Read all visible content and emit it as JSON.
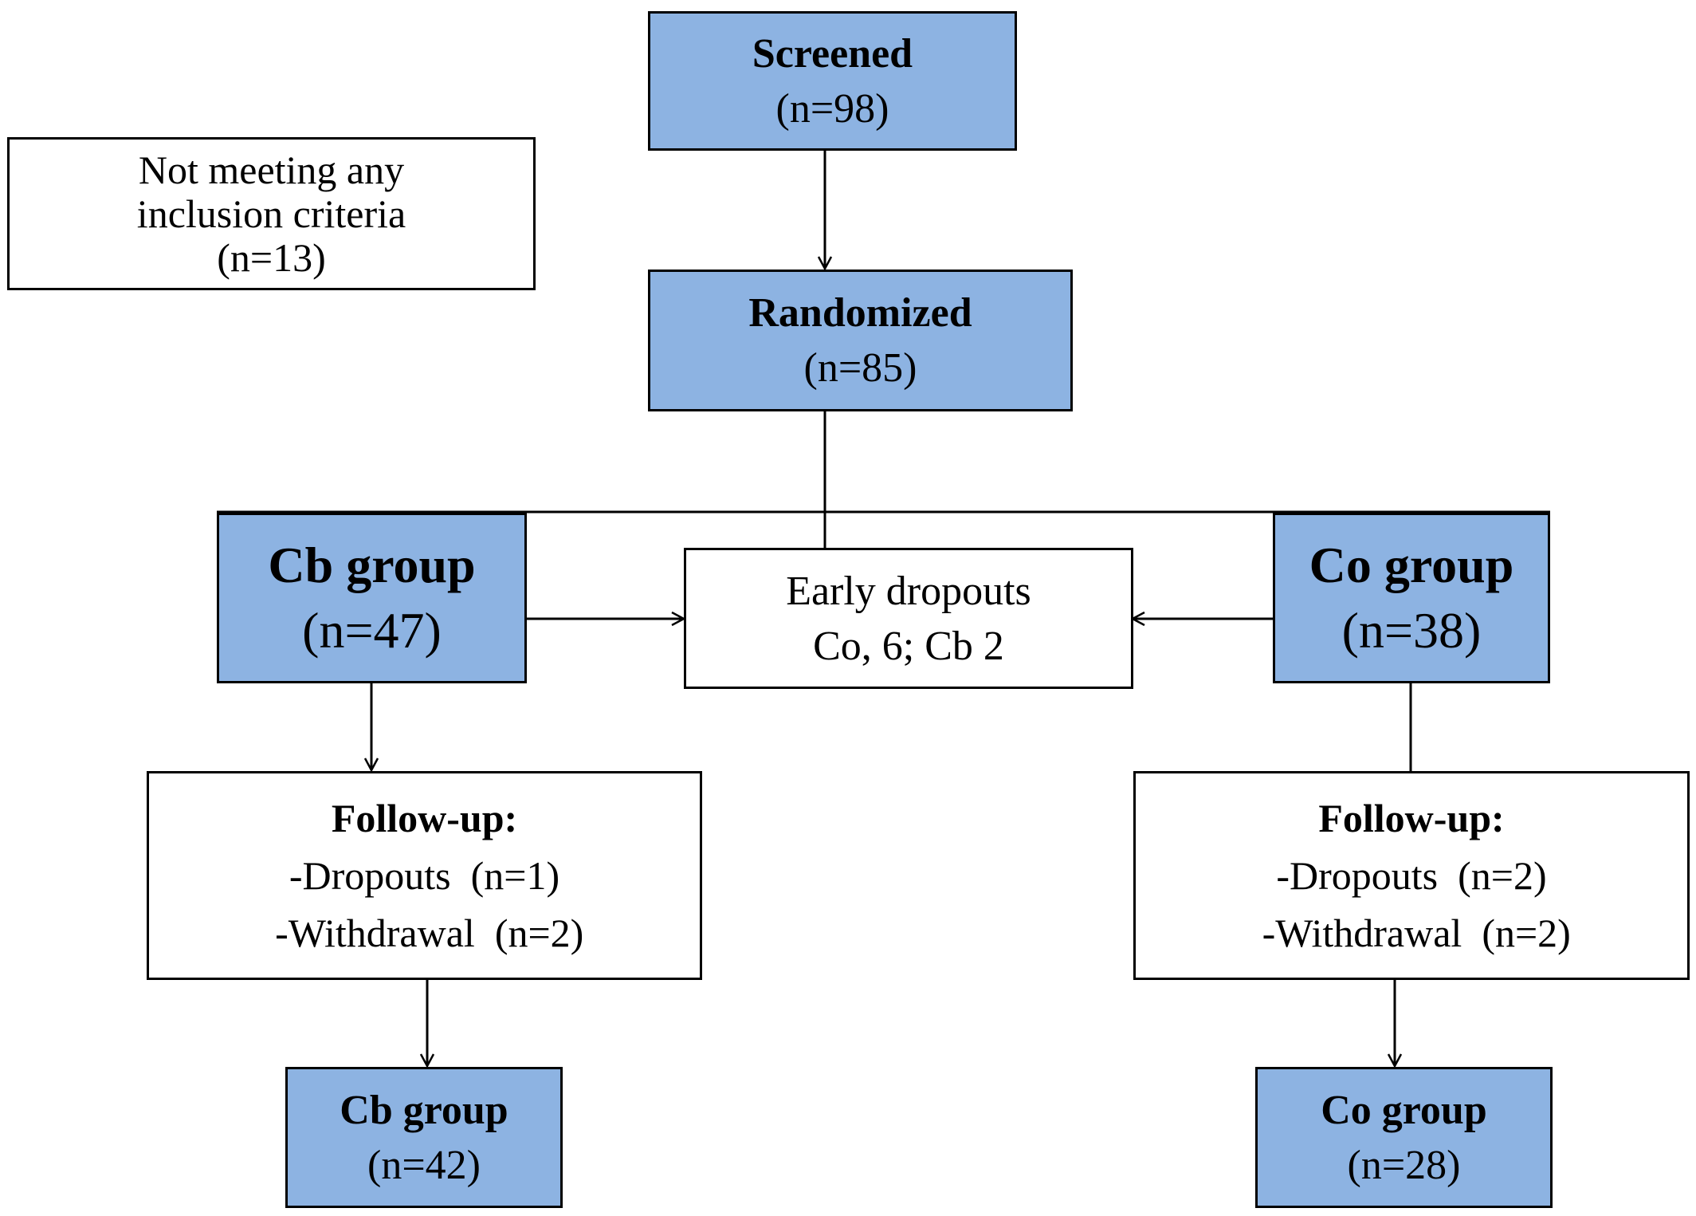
{
  "colors": {
    "box_fill": "#8db3e2",
    "line": "#000000",
    "background": "#ffffff"
  },
  "screened": {
    "title": "Screened",
    "count": "(n=98)"
  },
  "excluded": {
    "line1": "Not meeting any",
    "line2": "inclusion criteria",
    "count": "(n=13)"
  },
  "randomized": {
    "title": "Randomized",
    "count": "(n=85)"
  },
  "cb_group": {
    "title": "Cb group",
    "count": "(n=47)"
  },
  "co_group": {
    "title": "Co group",
    "count": "(n=38)"
  },
  "early_dropouts": {
    "line1": "Early dropouts",
    "line2": "Co, 6; Cb 2"
  },
  "cb_followup": {
    "title": "Follow-up:",
    "dropouts": "-Dropouts  (n=1)",
    "withdrawal": " -Withdrawal  (n=2)"
  },
  "co_followup": {
    "title": "Follow-up:",
    "dropouts": "-Dropouts  (n=2)",
    "withdrawal": " -Withdrawal  (n=2)"
  },
  "cb_final": {
    "title": "Cb group",
    "count": "(n=42)"
  },
  "co_final": {
    "title": "Co group",
    "count": "(n=28)"
  }
}
